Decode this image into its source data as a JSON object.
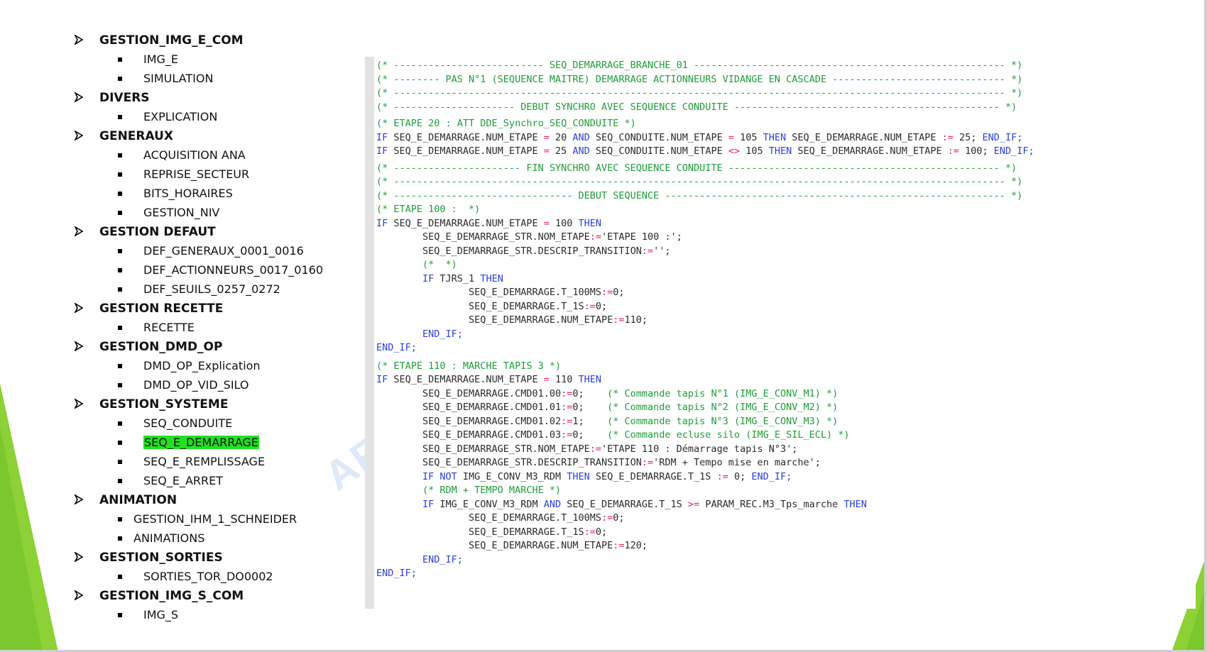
{
  "tree": [
    {
      "label": "GESTION_IMG_E_COM",
      "items": [
        "IMG_E",
        "SIMULATION"
      ]
    },
    {
      "label": "DIVERS",
      "items": [
        "EXPLICATION"
      ]
    },
    {
      "label": "GENERAUX",
      "items": [
        "ACQUISITION ANA",
        "REPRISE_SECTEUR",
        "BITS_HORAIRES",
        "GESTION_NIV"
      ]
    },
    {
      "label": "GESTION DEFAUT",
      "items": [
        "DEF_GENERAUX_0001_0016",
        "DEF_ACTIONNEURS_0017_0160",
        "DEF_SEUILS_0257_0272"
      ]
    },
    {
      "label": "GESTION RECETTE",
      "items": [
        "RECETTE"
      ]
    },
    {
      "label": "GESTION_DMD_OP",
      "items": [
        "DMD_OP_Explication",
        "DMD_OP_VID_SILO"
      ]
    },
    {
      "label": "GESTION_SYSTEME",
      "items": [
        "SEQ_CONDUITE",
        "SEQ_E_DEMARRAGE",
        "SEQ_E_REMPLISSAGE",
        "SEQ_E_ARRET"
      ]
    },
    {
      "label": "ANIMATION",
      "items": [
        "GESTION_IHM_1_SCHNEIDER",
        "ANIMATIONS"
      ]
    },
    {
      "label": "GESTION_SORTIES",
      "items": [
        "SORTIES_TOR_DO0002"
      ]
    },
    {
      "label": "GESTION_IMG_S_COM",
      "items": [
        "IMG_S"
      ]
    }
  ],
  "highlighted_item": "SEQ_E_DEMARRAGE",
  "watermark": "AF",
  "colors": {
    "comment": "#1f9d3a",
    "keyword": "#2d3fd8",
    "operator": "#e0245a",
    "highlight": "#22e022",
    "accent_green": "#8cd136"
  },
  "code": [
    [
      [
        "g",
        "(* -------------------------- SEQ_DEMARRAGE_BRANCHE_01 ------------------------------------------------------ *)"
      ]
    ],
    [
      [
        "g",
        "(* -------- PAS N°1 (SEQUENCE MAITRE) DEMARRAGE ACTIONNEURS VIDANGE EN CASCADE ------------------------------ *)"
      ]
    ],
    [
      [
        "g",
        "(* ---------------------------------------------------------------------------------------------------------- *)"
      ]
    ],
    [
      [
        "g",
        "(* --------------------- DEBUT SYNCHRO AVEC SEQUENCE CONDUITE ---------------------------------------------- *)"
      ]
    ],
    [
      [
        "g",
        "(* ETAPE 20 : ATT DDE_Synchro_SEQ_CONDUITE *)"
      ]
    ],
    [
      [
        "b",
        "IF"
      ],
      [
        "d",
        " SEQ_E_DEMARRAGE.NUM_ETAPE "
      ],
      [
        "r",
        "="
      ],
      [
        "d",
        " 20 "
      ],
      [
        "b",
        "AND"
      ],
      [
        "d",
        " SEQ_CONDUITE.NUM_ETAPE "
      ],
      [
        "r",
        "="
      ],
      [
        "d",
        " 105 "
      ],
      [
        "b",
        "THEN"
      ],
      [
        "d",
        " SEQ_E_DEMARRAGE.NUM_ETAPE "
      ],
      [
        "r",
        ":="
      ],
      [
        "d",
        " 25; "
      ],
      [
        "b",
        "END_IF;"
      ]
    ],
    [
      [
        "b",
        "IF"
      ],
      [
        "d",
        " SEQ_E_DEMARRAGE.NUM_ETAPE "
      ],
      [
        "r",
        "="
      ],
      [
        "d",
        " 25 "
      ],
      [
        "b",
        "AND"
      ],
      [
        "d",
        " SEQ_CONDUITE.NUM_ETAPE "
      ],
      [
        "r",
        "<>"
      ],
      [
        "d",
        " 105 "
      ],
      [
        "b",
        "THEN"
      ],
      [
        "d",
        " SEQ_E_DEMARRAGE.NUM_ETAPE "
      ],
      [
        "r",
        ":="
      ],
      [
        "d",
        " 100; "
      ],
      [
        "b",
        "END_IF;"
      ]
    ],
    [
      [
        "g",
        "(* ---------------------- FIN SYNCHRO AVEC SEQUENCE CONDUITE ----------------------------------------------- *)"
      ]
    ],
    [
      [
        "g",
        "(* ---------------------------------------------------------------------------------------------------------- *)"
      ]
    ],
    [
      [
        "g",
        "(* ------------------------------- DEBUT SEQUENCE ----------------------------------------------------------- *)"
      ]
    ],
    [
      [
        "g",
        "(* ETAPE 100 :  *)"
      ]
    ],
    [
      [
        "b",
        "IF"
      ],
      [
        "d",
        " SEQ_E_DEMARRAGE.NUM_ETAPE "
      ],
      [
        "r",
        "="
      ],
      [
        "d",
        " 100 "
      ],
      [
        "b",
        "THEN"
      ]
    ],
    [
      [
        "d",
        "        SEQ_E_DEMARRAGE_STR.NOM_ETAPE"
      ],
      [
        "r",
        ":="
      ],
      [
        "d",
        "'ETAPE 100 :';"
      ]
    ],
    [
      [
        "d",
        "        SEQ_E_DEMARRAGE_STR.DESCRIP_TRANSITION"
      ],
      [
        "r",
        ":="
      ],
      [
        "d",
        "'';"
      ]
    ],
    [
      [
        "g",
        "        (*  *)"
      ]
    ],
    [
      [
        "b",
        "        IF"
      ],
      [
        "d",
        " TJRS_1 "
      ],
      [
        "b",
        "THEN"
      ]
    ],
    [
      [
        "d",
        "                SEQ_E_DEMARRAGE.T_100MS"
      ],
      [
        "r",
        ":="
      ],
      [
        "d",
        "0;"
      ]
    ],
    [
      [
        "d",
        "                SEQ_E_DEMARRAGE.T_1S"
      ],
      [
        "r",
        ":="
      ],
      [
        "d",
        "0;"
      ]
    ],
    [
      [
        "d",
        "                SEQ_E_DEMARRAGE.NUM_ETAPE"
      ],
      [
        "r",
        ":="
      ],
      [
        "d",
        "110;"
      ]
    ],
    [
      [
        "b",
        "        END_IF;"
      ]
    ],
    [
      [
        "b",
        "END_IF;"
      ]
    ],
    [
      [
        "g",
        "(* ETAPE 110 : MARCHE TAPIS 3 *)"
      ]
    ],
    [
      [
        "b",
        "IF"
      ],
      [
        "d",
        " SEQ_E_DEMARRAGE.NUM_ETAPE "
      ],
      [
        "r",
        "="
      ],
      [
        "d",
        " 110 "
      ],
      [
        "b",
        "THEN"
      ]
    ],
    [
      [
        "d",
        "        SEQ_E_DEMARRAGE.CMD01.00"
      ],
      [
        "r",
        ":="
      ],
      [
        "d",
        "0;    "
      ],
      [
        "g",
        "(* Commande tapis N°1 (IMG_E_CONV_M1) *)"
      ]
    ],
    [
      [
        "d",
        "        SEQ_E_DEMARRAGE.CMD01.01"
      ],
      [
        "r",
        ":="
      ],
      [
        "d",
        "0;    "
      ],
      [
        "g",
        "(* Commande tapis N°2 (IMG_E_CONV_M2) *)"
      ]
    ],
    [
      [
        "d",
        "        SEQ_E_DEMARRAGE.CMD01.02"
      ],
      [
        "r",
        ":="
      ],
      [
        "d",
        "1;    "
      ],
      [
        "g",
        "(* Commande tapis N°3 (IMG_E_CONV_M3) *)"
      ]
    ],
    [
      [
        "d",
        "        SEQ_E_DEMARRAGE.CMD01.03"
      ],
      [
        "r",
        ":="
      ],
      [
        "d",
        "0;    "
      ],
      [
        "g",
        "(* Commande ecluse silo (IMG_E_SIL_ECL) *)"
      ]
    ],
    [
      [
        "d",
        "        SEQ_E_DEMARRAGE_STR.NOM_ETAPE"
      ],
      [
        "r",
        ":="
      ],
      [
        "d",
        "'ETAPE 110 : Démarrage tapis N°3';"
      ]
    ],
    [
      [
        "d",
        "        SEQ_E_DEMARRAGE_STR.DESCRIP_TRANSITION"
      ],
      [
        "r",
        ":="
      ],
      [
        "d",
        "'RDM + Tempo mise en marche';"
      ]
    ],
    [
      [
        "b",
        "        IF NOT"
      ],
      [
        "d",
        " IMG_E_CONV_M3_RDM "
      ],
      [
        "b",
        "THEN"
      ],
      [
        "d",
        " SEQ_E_DEMARRAGE.T_1S "
      ],
      [
        "r",
        ":="
      ],
      [
        "d",
        " 0; "
      ],
      [
        "b",
        "END_IF;"
      ]
    ],
    [
      [
        "g",
        "        (* RDM + TEMPO MARCHE *)"
      ]
    ],
    [
      [
        "b",
        "        IF"
      ],
      [
        "d",
        " IMG_E_CONV_M3_RDM "
      ],
      [
        "b",
        "AND"
      ],
      [
        "d",
        " SEQ_E_DEMARRAGE.T_1S "
      ],
      [
        "r",
        ">="
      ],
      [
        "d",
        " PARAM_REC.M3_Tps_marche "
      ],
      [
        "b",
        "THEN"
      ]
    ],
    [
      [
        "d",
        "                SEQ_E_DEMARRAGE.T_100MS"
      ],
      [
        "r",
        ":="
      ],
      [
        "d",
        "0;"
      ]
    ],
    [
      [
        "d",
        "                SEQ_E_DEMARRAGE.T_1S"
      ],
      [
        "r",
        ":="
      ],
      [
        "d",
        "0;"
      ]
    ],
    [
      [
        "d",
        "                SEQ_E_DEMARRAGE.NUM_ETAPE"
      ],
      [
        "r",
        ":="
      ],
      [
        "d",
        "120;"
      ]
    ],
    [
      [
        "b",
        "        END_IF;"
      ]
    ],
    [
      [
        "b",
        "END_IF;"
      ]
    ]
  ]
}
